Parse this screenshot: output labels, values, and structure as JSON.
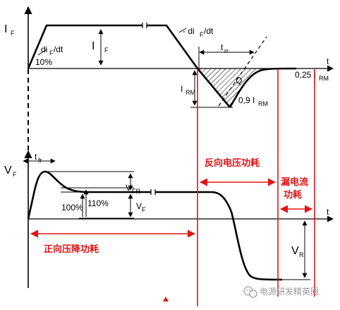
{
  "colors": {
    "ink": "#000000",
    "accent": "#e01515",
    "watermark": "#9a9a9a",
    "background": "#ffffff"
  },
  "current_plot": {
    "axis_label_main": "I",
    "axis_label_sub": "F",
    "t_label": "t",
    "di_rise_main": "di",
    "di_rise_sub": "F",
    "di_rise_tail": "/dt",
    "ten_percent": "10%",
    "if_main": "I",
    "if_sub": "F",
    "di_fall_prefix": "- di",
    "di_fall_sub": "F",
    "di_fall_tail": "/dt",
    "trr_main": "t",
    "trr_sub": "rr",
    "q_label": "Q",
    "irm_main": "I",
    "irm_sub": "RM",
    "pt9_main": "0,9 I",
    "pt9_sub": "RM",
    "pt25_main": "0,25 I",
    "pt25_sub": "RM"
  },
  "voltage_plot": {
    "axis_label_main": "V",
    "axis_label_sub": "F",
    "t_label": "t",
    "tfr_main": "t",
    "tfr_sub": "fr",
    "vfr_main": "V",
    "vfr_sub": "FR",
    "pct_100": "100%",
    "pct_110": "110%",
    "vf_main": "V",
    "vf_sub": "F",
    "vr_main": "V",
    "vr_sub": "R"
  },
  "loss_regions": {
    "reverse_voltage": "反向电压功耗",
    "leakage_line1": "漏电流",
    "leakage_line2": "功耗",
    "forward_drop": "正向压降功耗"
  },
  "watermark": {
    "icon": "wechat-icon",
    "text": "电源研发精英圈"
  }
}
